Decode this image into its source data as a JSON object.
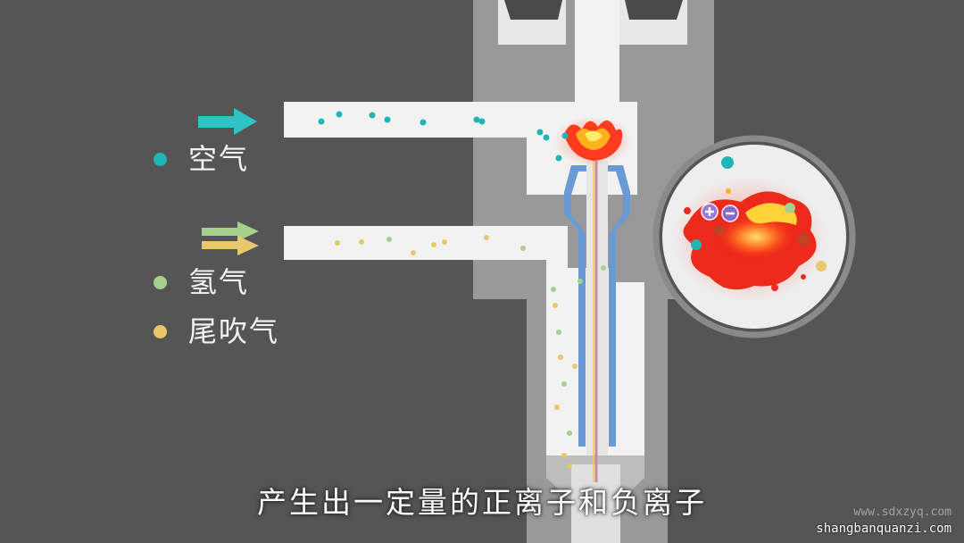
{
  "legend": [
    {
      "label": "空气",
      "color": "#1fb5b5"
    },
    {
      "label": "氢气",
      "color": "#a8d08d"
    },
    {
      "label": "尾吹气",
      "color": "#e8c86a"
    }
  ],
  "subtitle": "产生出一定量的正离子和负离子",
  "watermark": {
    "line1": "www.sdxzyq.com",
    "line2": "shangbanquanzi.com"
  },
  "colors": {
    "background": "#555555",
    "body": "#999999",
    "channel": "#f2f2f2",
    "nozzle": "#6a9ad4",
    "flame": "#ff3b1f",
    "air_arrow": "#2ec4c4",
    "hydrogen_arrow": "#a8d08d",
    "makeup_arrow": "#e8c86a",
    "positive_ion": "#9a7ad8",
    "negative_ion": "#8a6ac8"
  },
  "icons": [
    "right-arrow-icon",
    "double-right-arrow-icon",
    "positive-ion-icon",
    "negative-ion-icon"
  ]
}
